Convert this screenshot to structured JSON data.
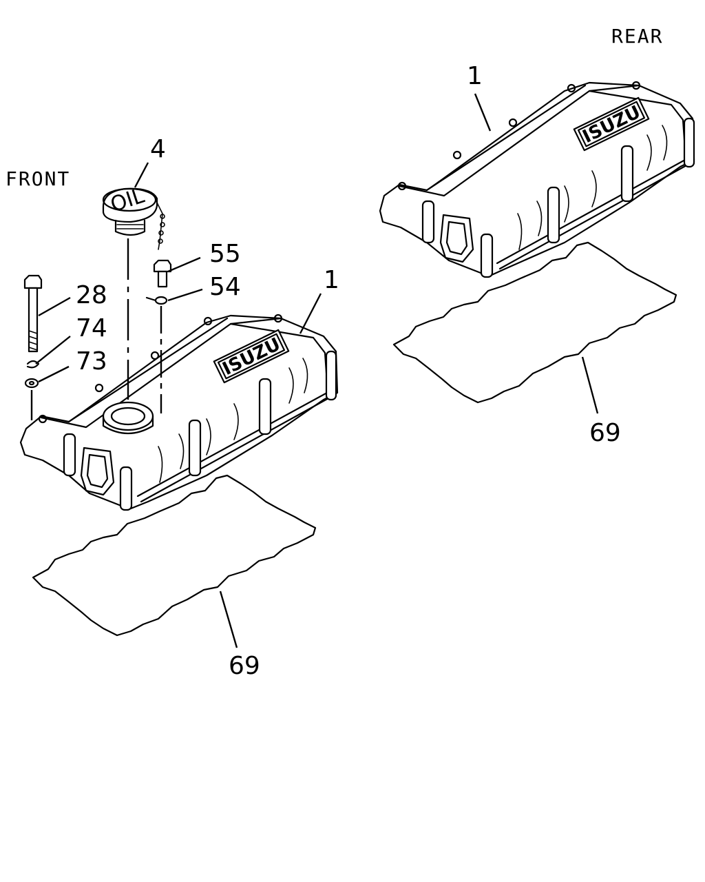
{
  "orientation": {
    "front": "FRONT",
    "rear": "REAR"
  },
  "callouts": {
    "cover_left": "1",
    "cover_right": "1",
    "oil_cap": "4",
    "bolt_55": "55",
    "clip_54": "54",
    "bolt_28": "28",
    "washer_74": "74",
    "washer_73": "73",
    "gasket_left": "69",
    "gasket_right": "69"
  },
  "markings": {
    "brand_left": "ISUZU",
    "brand_right": "ISUZU",
    "oil_cap_text": "OIL"
  }
}
